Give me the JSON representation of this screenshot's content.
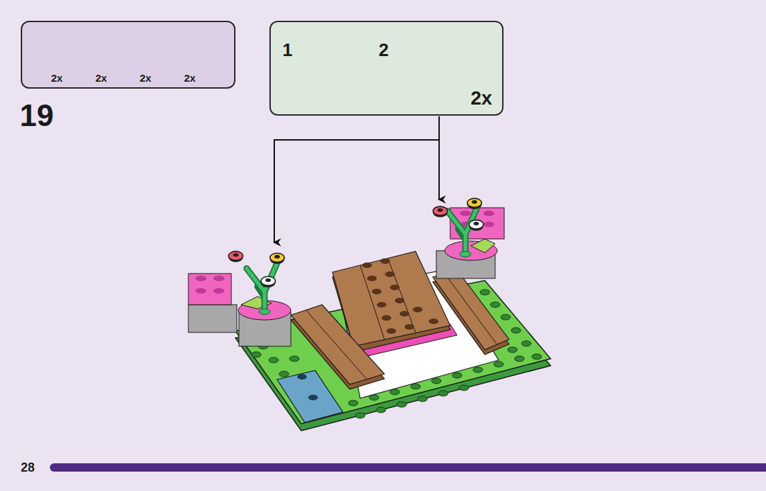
{
  "diagram": {
    "nodes": [
      {
        "text": [
          "2x",
          "2x",
          "2x",
          "2x"
        ]
      },
      {
        "text": [
          "1",
          "2",
          "2x"
        ]
      }
    ],
    "labels": [
      "19",
      "28"
    ]
  }
}
